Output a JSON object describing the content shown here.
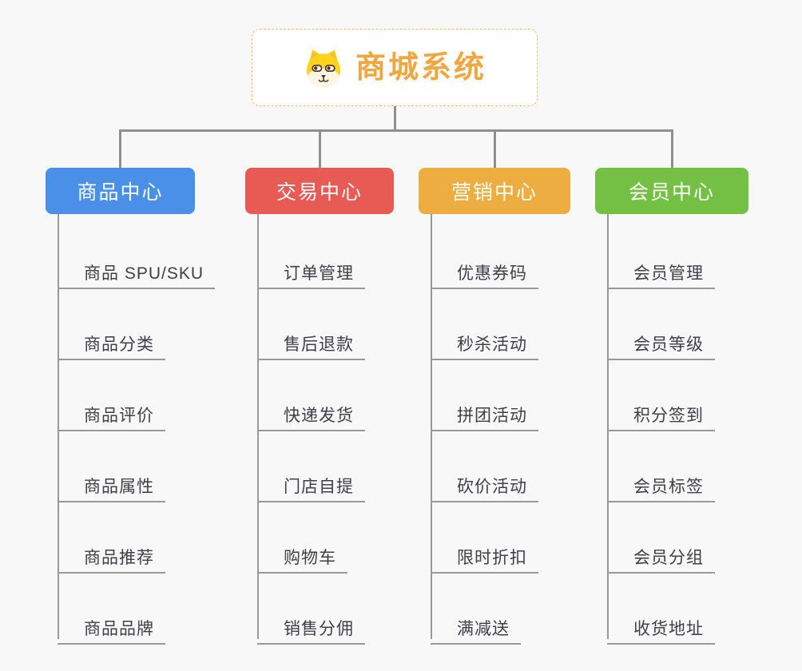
{
  "root": {
    "title": "商城系统",
    "icon": "shiba-dog-icon",
    "text_color": "#F0A742",
    "border_color": "#F4BF6A",
    "background": "#ffffff"
  },
  "colors": {
    "background": "#f8f8f8",
    "connector": "#8f8f8f",
    "child_line": "#999999",
    "leaf_text": "#3F3F46"
  },
  "branches": [
    {
      "label": "商品中心",
      "color": "#4A90E8",
      "children": [
        "商品 SPU/SKU",
        "商品分类",
        "商品评价",
        "商品属性",
        "商品推荐",
        "商品品牌"
      ]
    },
    {
      "label": "交易中心",
      "color": "#E85B55",
      "children": [
        "订单管理",
        "售后退款",
        "快递发货",
        "门店自提",
        "购物车",
        "销售分佣"
      ]
    },
    {
      "label": "营销中心",
      "color": "#EDAD41",
      "children": [
        "优惠券码",
        "秒杀活动",
        "拼团活动",
        "砍价活动",
        "限时折扣",
        "满减送"
      ]
    },
    {
      "label": "会员中心",
      "color": "#74C044",
      "children": [
        "会员管理",
        "会员等级",
        "积分签到",
        "会员标签",
        "会员分组",
        "收货地址"
      ]
    }
  ]
}
